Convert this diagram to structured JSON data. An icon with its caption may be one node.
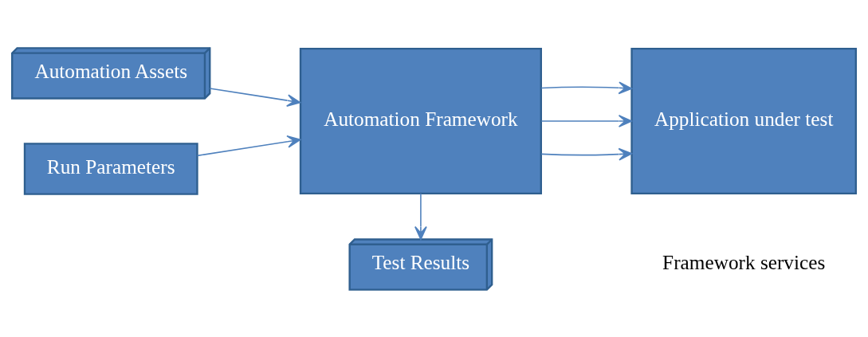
{
  "diagram": {
    "nodes": [
      {
        "text": [
          "Automation Assets"
        ]
      },
      {
        "text": [
          "Run Parameters"
        ]
      },
      {
        "text": [
          "Automation Framework"
        ]
      },
      {
        "text": [
          "Application under test"
        ]
      },
      {
        "text": [
          "Test Results"
        ]
      }
    ],
    "edges": [
      {
        "from": 0,
        "to": 2,
        "arrow": "to"
      },
      {
        "from": 1,
        "to": 2,
        "arrow": "to"
      },
      {
        "from": 2,
        "to": 3,
        "arrow": "to"
      },
      {
        "from": 2,
        "to": 3,
        "arrow": "to"
      },
      {
        "from": 2,
        "to": 3,
        "arrow": "to"
      },
      {
        "from": 2,
        "to": 4,
        "arrow": "to"
      }
    ],
    "labels": [
      "Framework services"
    ]
  }
}
